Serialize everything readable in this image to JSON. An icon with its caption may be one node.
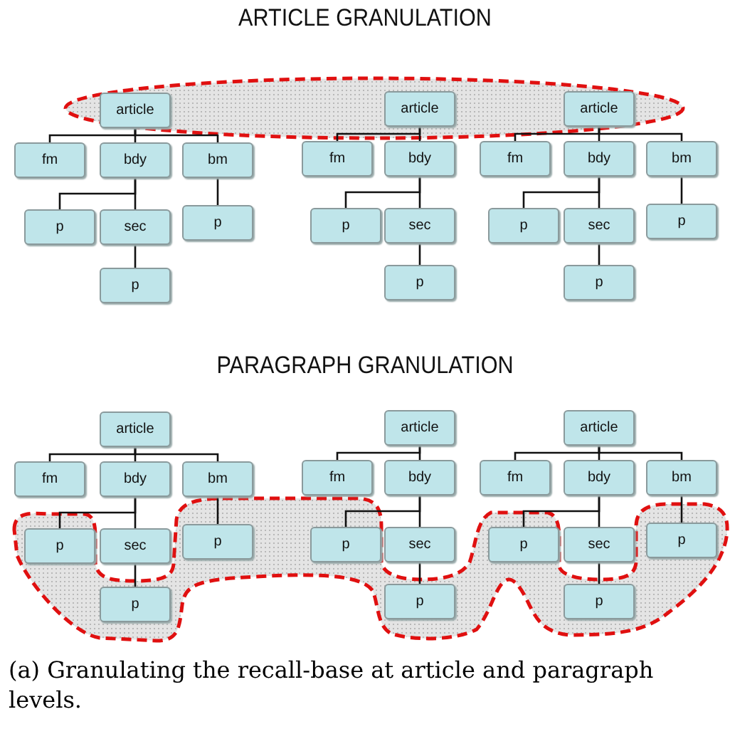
{
  "diagram": {
    "caption": "(a) Granulating the recall-base at article and paragraph levels.",
    "nodes": [
      {
        "text": [
          "article"
        ]
      },
      {
        "text": [
          "fm"
        ]
      },
      {
        "text": [
          "bdy"
        ]
      },
      {
        "text": [
          "bm"
        ]
      },
      {
        "text": [
          "p"
        ]
      },
      {
        "text": [
          "sec"
        ]
      },
      {
        "text": [
          "p"
        ]
      },
      {
        "text": [
          "p"
        ]
      },
      {
        "text": [
          "article"
        ]
      },
      {
        "text": [
          "fm"
        ]
      },
      {
        "text": [
          "bdy"
        ]
      },
      {
        "text": [
          "p"
        ]
      },
      {
        "text": [
          "sec"
        ]
      },
      {
        "text": [
          "p"
        ]
      },
      {
        "text": [
          "article"
        ]
      },
      {
        "text": [
          "fm"
        ]
      },
      {
        "text": [
          "bdy"
        ]
      },
      {
        "text": [
          "bm"
        ]
      },
      {
        "text": [
          "p"
        ]
      },
      {
        "text": [
          "sec"
        ]
      },
      {
        "text": [
          "p"
        ]
      },
      {
        "text": [
          "p"
        ]
      },
      {
        "text": [
          "article"
        ]
      },
      {
        "text": [
          "fm"
        ]
      },
      {
        "text": [
          "bdy"
        ]
      },
      {
        "text": [
          "bm"
        ]
      },
      {
        "text": [
          "p"
        ]
      },
      {
        "text": [
          "sec"
        ]
      },
      {
        "text": [
          "p"
        ]
      },
      {
        "text": [
          "p"
        ]
      },
      {
        "text": [
          "article"
        ]
      },
      {
        "text": [
          "fm"
        ]
      },
      {
        "text": [
          "bdy"
        ]
      },
      {
        "text": [
          "p"
        ]
      },
      {
        "text": [
          "sec"
        ]
      },
      {
        "text": [
          "p"
        ]
      },
      {
        "text": [
          "article"
        ]
      },
      {
        "text": [
          "fm"
        ]
      },
      {
        "text": [
          "bdy"
        ]
      },
      {
        "text": [
          "bm"
        ]
      },
      {
        "text": [
          "p"
        ]
      },
      {
        "text": [
          "sec"
        ]
      },
      {
        "text": [
          "p"
        ]
      },
      {
        "text": [
          "p"
        ]
      }
    ],
    "edges": [
      {
        "from": 0,
        "to": 1,
        "arrow": "none"
      },
      {
        "from": 0,
        "to": 2,
        "arrow": "none"
      },
      {
        "from": 0,
        "to": 3,
        "arrow": "none"
      },
      {
        "from": 2,
        "to": 4,
        "arrow": "none"
      },
      {
        "from": 2,
        "to": 5,
        "arrow": "none"
      },
      {
        "from": 5,
        "to": 6,
        "arrow": "none"
      },
      {
        "from": 3,
        "to": 7,
        "arrow": "none"
      },
      {
        "from": 8,
        "to": 9,
        "arrow": "none"
      },
      {
        "from": 8,
        "to": 10,
        "arrow": "none"
      },
      {
        "from": 10,
        "to": 11,
        "arrow": "none"
      },
      {
        "from": 10,
        "to": 12,
        "arrow": "none"
      },
      {
        "from": 12,
        "to": 13,
        "arrow": "none"
      },
      {
        "from": 14,
        "to": 15,
        "arrow": "none"
      },
      {
        "from": 14,
        "to": 16,
        "arrow": "none"
      },
      {
        "from": 14,
        "to": 17,
        "arrow": "none"
      },
      {
        "from": 16,
        "to": 18,
        "arrow": "none"
      },
      {
        "from": 16,
        "to": 19,
        "arrow": "none"
      },
      {
        "from": 19,
        "to": 20,
        "arrow": "none"
      },
      {
        "from": 17,
        "to": 21,
        "arrow": "none"
      },
      {
        "from": 22,
        "to": 23,
        "arrow": "none"
      },
      {
        "from": 22,
        "to": 24,
        "arrow": "none"
      },
      {
        "from": 22,
        "to": 25,
        "arrow": "none"
      },
      {
        "from": 24,
        "to": 26,
        "arrow": "none"
      },
      {
        "from": 24,
        "to": 27,
        "arrow": "none"
      },
      {
        "from": 27,
        "to": 28,
        "arrow": "none"
      },
      {
        "from": 25,
        "to": 29,
        "arrow": "none"
      },
      {
        "from": 30,
        "to": 31,
        "arrow": "none"
      },
      {
        "from": 30,
        "to": 32,
        "arrow": "none"
      },
      {
        "from": 32,
        "to": 33,
        "arrow": "none"
      },
      {
        "from": 32,
        "to": 34,
        "arrow": "none"
      },
      {
        "from": 34,
        "to": 35,
        "arrow": "none"
      },
      {
        "from": 36,
        "to": 37,
        "arrow": "none"
      },
      {
        "from": 36,
        "to": 38,
        "arrow": "none"
      },
      {
        "from": 36,
        "to": 39,
        "arrow": "none"
      },
      {
        "from": 38,
        "to": 40,
        "arrow": "none"
      },
      {
        "from": 38,
        "to": 41,
        "arrow": "none"
      },
      {
        "from": 41,
        "to": 42,
        "arrow": "none"
      },
      {
        "from": 39,
        "to": 43,
        "arrow": "none"
      }
    ],
    "labels": [
      "ARTICLE GRANULATION",
      "PARAGRAPH GRANULATION"
    ]
  }
}
